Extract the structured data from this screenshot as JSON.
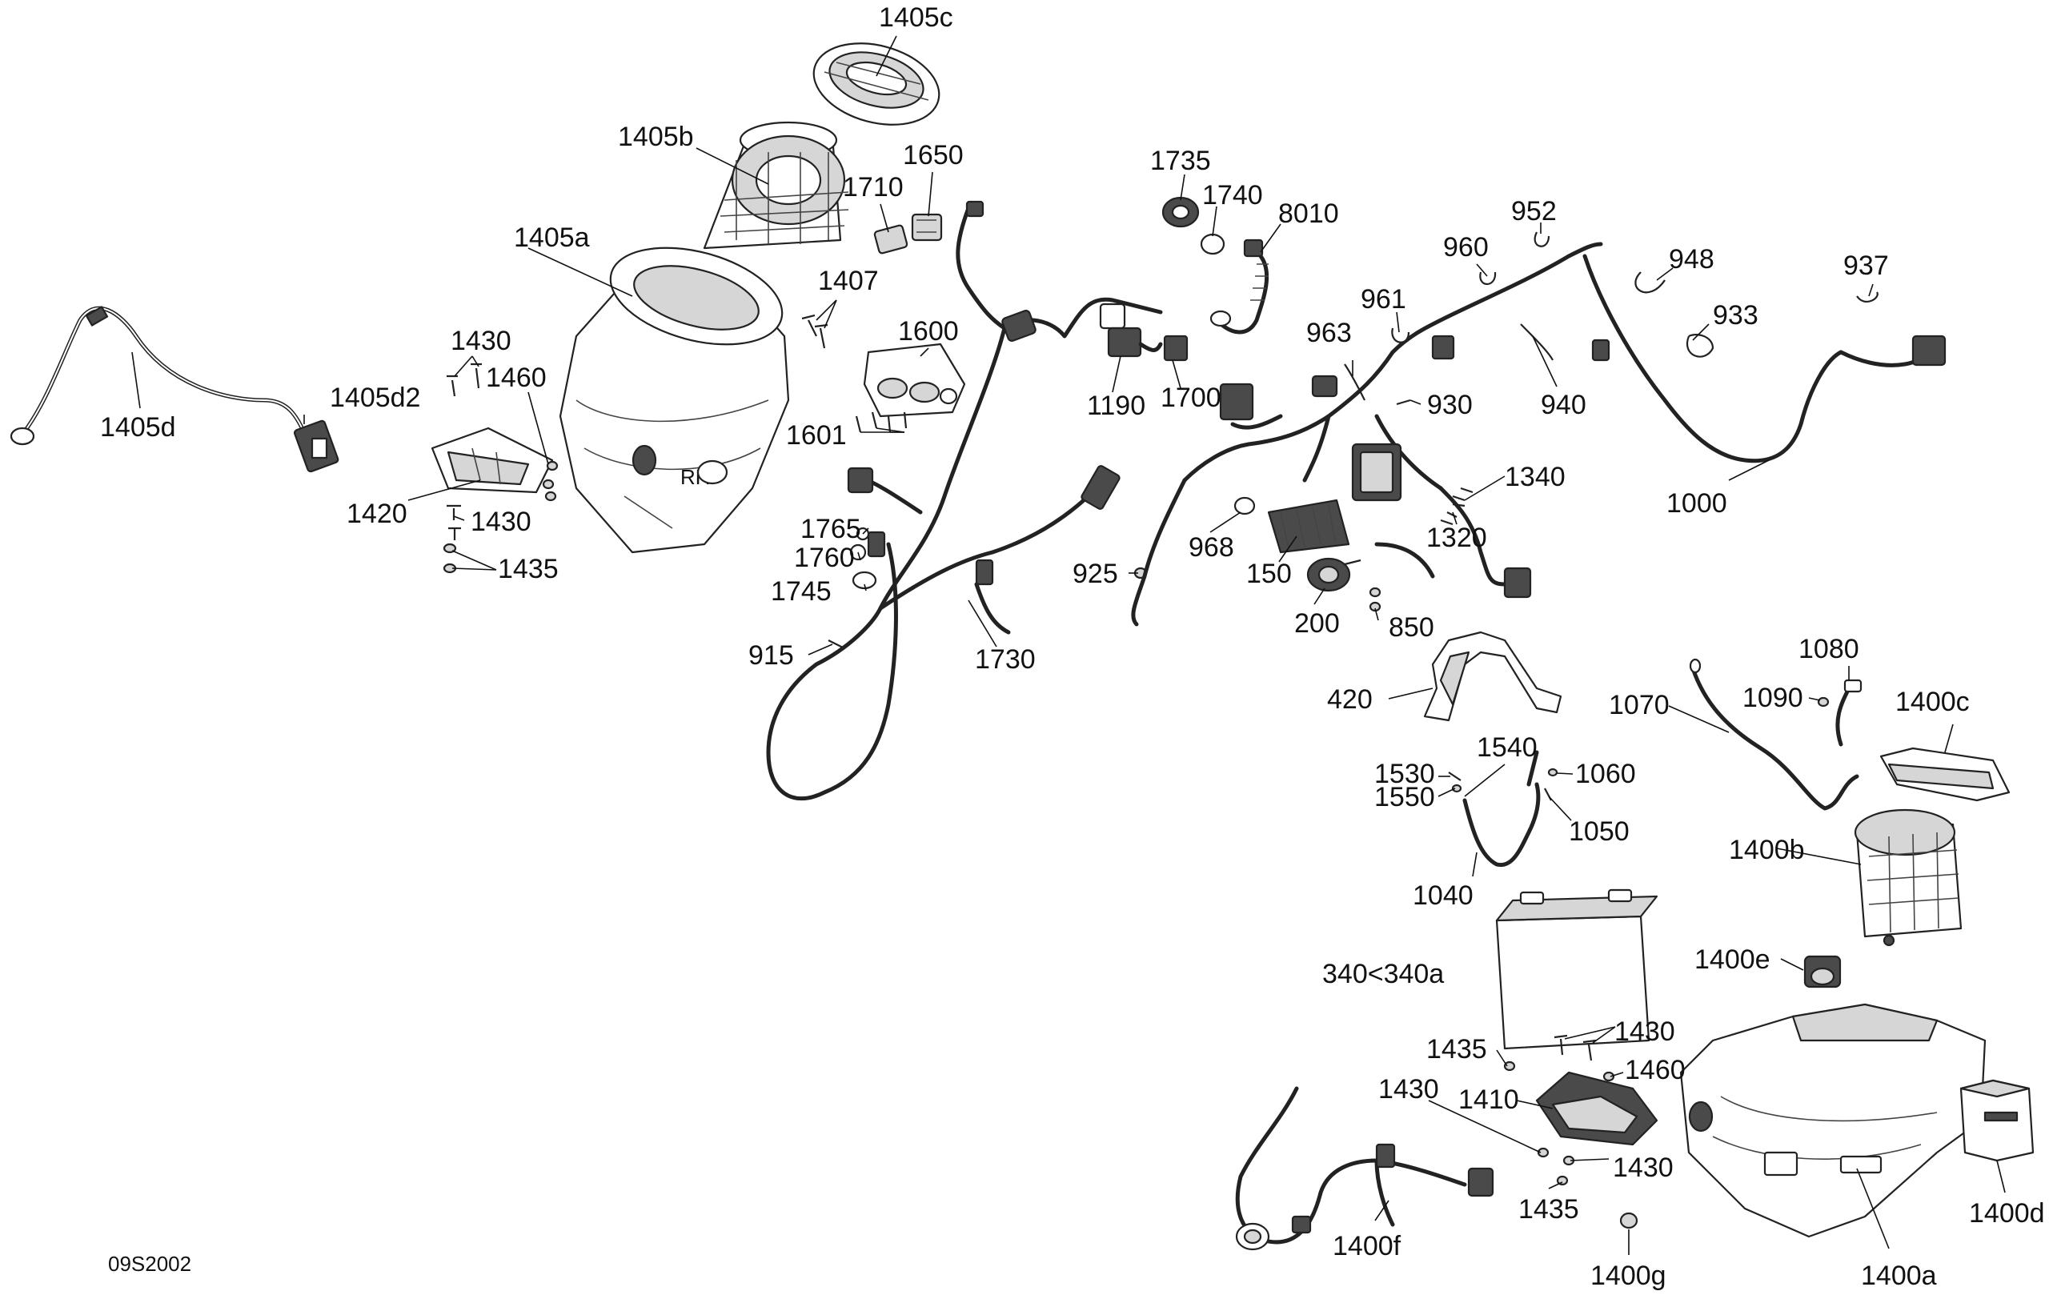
{
  "diagram": {
    "drawing_code": "09S2002",
    "callouts": [
      {
        "id": "1405c",
        "label": "1405c"
      },
      {
        "id": "1405b",
        "label": "1405b"
      },
      {
        "id": "1650",
        "label": "1650"
      },
      {
        "id": "1710",
        "label": "1710"
      },
      {
        "id": "1735",
        "label": "1735"
      },
      {
        "id": "1740",
        "label": "1740"
      },
      {
        "id": "8010",
        "label": "8010"
      },
      {
        "id": "952",
        "label": "952"
      },
      {
        "id": "960",
        "label": "960"
      },
      {
        "id": "948",
        "label": "948"
      },
      {
        "id": "937",
        "label": "937"
      },
      {
        "id": "1405a",
        "label": "1405a"
      },
      {
        "id": "1407",
        "label": "1407"
      },
      {
        "id": "961",
        "label": "961"
      },
      {
        "id": "933",
        "label": "933"
      },
      {
        "id": "1600",
        "label": "1600"
      },
      {
        "id": "963",
        "label": "963"
      },
      {
        "id": "1430-a",
        "label": "1430"
      },
      {
        "id": "1405d2",
        "label": "1405d2"
      },
      {
        "id": "1460-a",
        "label": "1460"
      },
      {
        "id": "1405d",
        "label": "1405d"
      },
      {
        "id": "1700",
        "label": "1700"
      },
      {
        "id": "1190",
        "label": "1190"
      },
      {
        "id": "930",
        "label": "930"
      },
      {
        "id": "940",
        "label": "940"
      },
      {
        "id": "1601",
        "label": "1601"
      },
      {
        "id": "1340",
        "label": "1340"
      },
      {
        "id": "1420",
        "label": "1420"
      },
      {
        "id": "1430-b",
        "label": "1430"
      },
      {
        "id": "1000",
        "label": "1000"
      },
      {
        "id": "1765",
        "label": "1765"
      },
      {
        "id": "968",
        "label": "968"
      },
      {
        "id": "1320",
        "label": "1320"
      },
      {
        "id": "1760",
        "label": "1760"
      },
      {
        "id": "1435-a",
        "label": "1435"
      },
      {
        "id": "925",
        "label": "925"
      },
      {
        "id": "150",
        "label": "150"
      },
      {
        "id": "1745",
        "label": "1745"
      },
      {
        "id": "200",
        "label": "200"
      },
      {
        "id": "850",
        "label": "850"
      },
      {
        "id": "915",
        "label": "915"
      },
      {
        "id": "1730",
        "label": "1730"
      },
      {
        "id": "1080",
        "label": "1080"
      },
      {
        "id": "1090",
        "label": "1090"
      },
      {
        "id": "420",
        "label": "420"
      },
      {
        "id": "1070",
        "label": "1070"
      },
      {
        "id": "1400c",
        "label": "1400c"
      },
      {
        "id": "1540",
        "label": "1540"
      },
      {
        "id": "1530",
        "label": "1530"
      },
      {
        "id": "1060",
        "label": "1060"
      },
      {
        "id": "1550",
        "label": "1550"
      },
      {
        "id": "1050",
        "label": "1050"
      },
      {
        "id": "1400b",
        "label": "1400b"
      },
      {
        "id": "1040",
        "label": "1040"
      },
      {
        "id": "340",
        "label": "340<340a"
      },
      {
        "id": "1400e",
        "label": "1400e"
      },
      {
        "id": "1435-b",
        "label": "1435"
      },
      {
        "id": "1430-c",
        "label": "1430"
      },
      {
        "id": "1460-b",
        "label": "1460"
      },
      {
        "id": "1430-d",
        "label": "1430"
      },
      {
        "id": "1410",
        "label": "1410"
      },
      {
        "id": "1430-e",
        "label": "1430"
      },
      {
        "id": "1435-c",
        "label": "1435"
      },
      {
        "id": "1400f",
        "label": "1400f"
      },
      {
        "id": "1400d",
        "label": "1400d"
      },
      {
        "id": "1400g",
        "label": "1400g"
      },
      {
        "id": "1400a",
        "label": "1400a"
      }
    ]
  }
}
